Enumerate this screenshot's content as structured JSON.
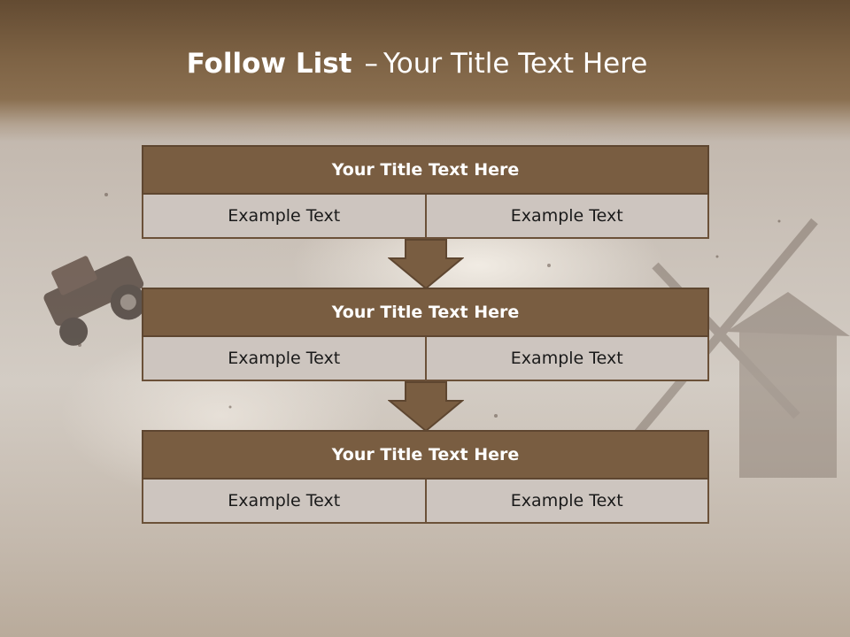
{
  "slide": {
    "title_bold": "Follow List",
    "title_dash": "–",
    "title_rest": "Your Title Text Here"
  },
  "blocks": [
    {
      "title": "Your Title Text Here",
      "left": "Example Text",
      "right": "Example Text"
    },
    {
      "title": "Your Title Text Here",
      "left": "Example Text",
      "right": "Example Text"
    },
    {
      "title": "Your Title Text Here",
      "left": "Example Text",
      "right": "Example Text"
    }
  ],
  "colors": {
    "header": "#7d6244",
    "block_head": "#795d41",
    "cell_bg": "#cdc5bf",
    "arrow": "#795d41"
  }
}
